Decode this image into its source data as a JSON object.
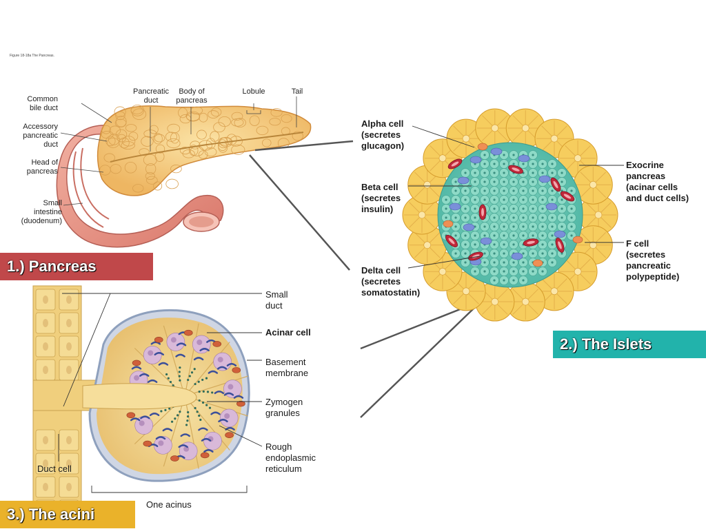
{
  "figure_caption": "Figure 18-18a The Pancreas.",
  "pancreas_labels": {
    "common_bile_duct": "Common\nbile duct",
    "accessory_duct": "Accessory\npancreatic\nduct",
    "head": "Head of\npancreas",
    "small_intestine": "Small\nintestine\n(duodenum)",
    "pancreatic_duct": "Pancreatic\nduct",
    "body": "Body of\npancreas",
    "lobule": "Lobule",
    "tail": "Tail"
  },
  "islet_labels": {
    "alpha": "Alpha cell\n(secretes\nglucagon)",
    "beta": "Beta cell\n(secretes\ninsulin)",
    "delta": "Delta cell\n(secretes\nsomatostatin)",
    "exocrine": "Exocrine\npancreas\n(acinar cells\nand duct cells)",
    "f_cell": "F cell\n(secretes\npancreatic\npolypeptide)"
  },
  "acini_labels": {
    "small_duct": "Small\nduct",
    "acinar_cell": "Acinar cell",
    "basement": "Basement\nmembrane",
    "zymogen": "Zymogen\ngranules",
    "rer": "Rough\nendoplasmic\nreticulum",
    "duct_cell": "Duct cell",
    "one_acinus": "One acinus"
  },
  "banners": {
    "pancreas": "1.) Pancreas",
    "islets": "2.) The Islets",
    "acini": "3.) The acini"
  },
  "colors": {
    "pancreas_banner": "#c0484a",
    "islets_banner": "#22b3ab",
    "acini_banner": "#eab22a"
  }
}
